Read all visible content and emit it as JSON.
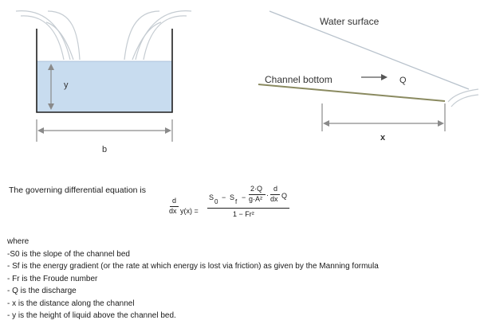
{
  "diagram": {
    "left": {
      "depth_label": "y",
      "width_label": "b"
    },
    "right": {
      "water_surface_label": "Water surface",
      "channel_bottom_label": "Channel bottom",
      "flow_label": "Q",
      "distance_label": "x"
    }
  },
  "text": {
    "intro": "The governing differential equation is",
    "equation": {
      "lhs_num": "d",
      "lhs_den": "dx",
      "lhs_func": "y(x) =",
      "s0_base": "S",
      "s0_sub": "0",
      "minus1": "−",
      "sf_base": "S",
      "sf_sub": "f",
      "minus2": "−",
      "inner_num": "2·Q",
      "inner_den": "g·A²",
      "dot": "·",
      "deriv_num": "d",
      "deriv_den": "dx",
      "q": "Q",
      "denominator": "1 − Fr²"
    },
    "where_heading": "where",
    "definitions": [
      "-S0 is the slope of the channel bed",
      "- Sf is the energy gradient (or the rate at which energy is lost via friction) as given by the Manning formula",
      "- Fr is the Froude number",
      "- Q is the discharge",
      "- x is the distance along the channel",
      "- y is the height of liquid above the channel bed."
    ]
  },
  "colors": {
    "water": "#c8dcef",
    "line": "#1f1f1f",
    "bed": "#8a8a60",
    "gray": "#9a9a9a",
    "pale": "#c5ccd2"
  }
}
